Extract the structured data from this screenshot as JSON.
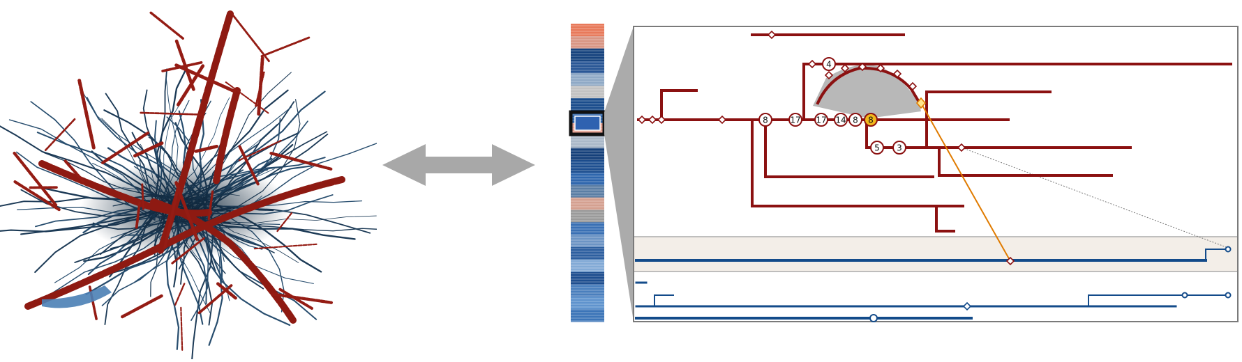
{
  "colors": {
    "red": "#8b1111",
    "blue": "#134b8a",
    "orange": "#e07b00",
    "node_highlight": "#f2b81b",
    "arrow": "#a8a8a8",
    "hull": "#b8b8b8",
    "band": "#f3eee8"
  },
  "diagram": {
    "node_labels": [
      "4",
      "8",
      "17",
      "17",
      "14",
      "8",
      "8",
      "5",
      "3"
    ]
  }
}
